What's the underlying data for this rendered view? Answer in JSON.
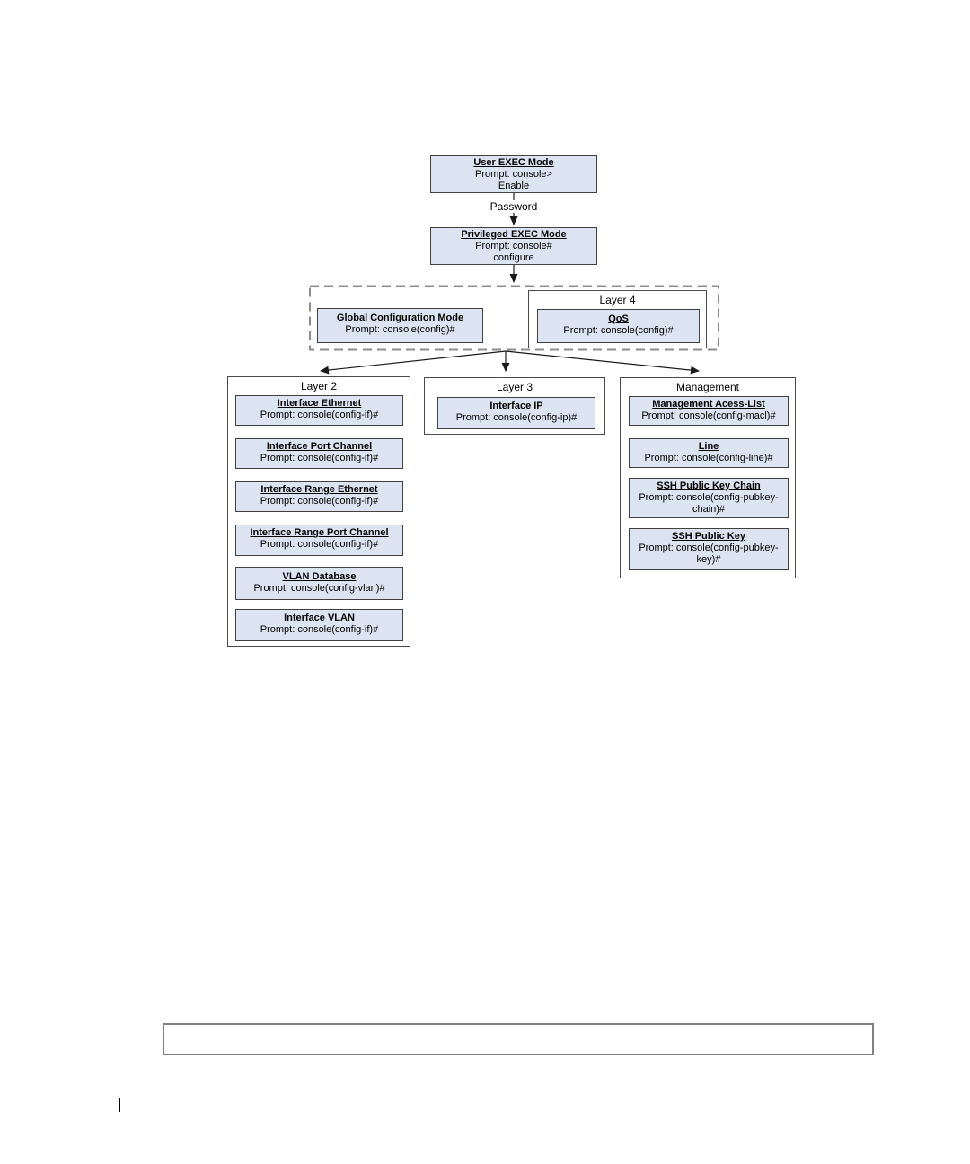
{
  "diagram": {
    "user_exec": {
      "title": "User EXEC Mode",
      "prompt": "Prompt: console>",
      "command": "Enable"
    },
    "password_label": "Password",
    "privileged_exec": {
      "title": "Privileged EXEC Mode",
      "prompt": "Prompt: console#",
      "command": "configure"
    },
    "global_config": {
      "title": "Global Configuration Mode",
      "prompt": "Prompt: console(config)#"
    },
    "layer4": {
      "label": "Layer 4",
      "items": [
        {
          "title": "QoS",
          "prompt": "Prompt: console(config)#"
        }
      ]
    },
    "layer2": {
      "label": "Layer 2",
      "items": [
        {
          "title": "Interface Ethernet",
          "prompt": "Prompt: console(config-if)#"
        },
        {
          "title": "Interface Port Channel",
          "prompt": "Prompt: console(config-if)#"
        },
        {
          "title": "Interface Range Ethernet",
          "prompt": "Prompt: console(config-if)#"
        },
        {
          "title": "Interface Range Port Channel",
          "prompt": "Prompt: console(config-if)#"
        },
        {
          "title": "VLAN Database",
          "prompt": "Prompt: console(config-vlan)#"
        },
        {
          "title": "Interface VLAN",
          "prompt": "Prompt: console(config-if)#"
        }
      ]
    },
    "layer3": {
      "label": "Layer 3",
      "items": [
        {
          "title": "Interface IP",
          "prompt": "Prompt: console(config-ip)#"
        }
      ]
    },
    "management": {
      "label": "Management",
      "items": [
        {
          "title": "Management Acess-List",
          "prompt": "Prompt: console(config-macl)#"
        },
        {
          "title": "Line",
          "prompt": "Prompt: console(config-line)#"
        },
        {
          "title": "SSH Public Key Chain",
          "prompt": "Prompt: console(config-pubkey-chain)#"
        },
        {
          "title": "SSH Public Key",
          "prompt": "Prompt: console(config-pubkey-key)#"
        }
      ]
    },
    "colors": {
      "box_fill": "#dce4f1",
      "box_border": "#404040",
      "group_border": "#4a4a4a",
      "dashed_border": "#8c8c8c",
      "note_border": "#808080",
      "arrow_color": "#1a1a1a"
    }
  }
}
